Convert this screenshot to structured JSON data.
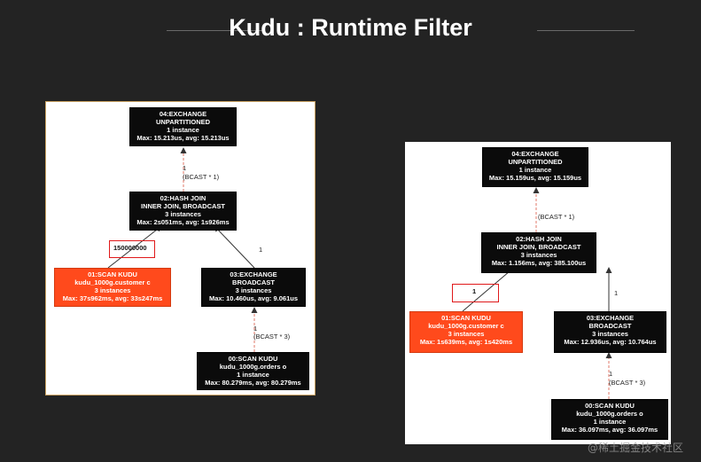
{
  "slide": {
    "title": "Kudu : Runtime Filter",
    "watermark": "@稀土掘金技术社区"
  },
  "left": {
    "nodes": {
      "exchange_top": [
        "04:EXCHANGE",
        "UNPARTITIONED",
        "1 instance",
        "Max: 15.213us, avg: 15.213us"
      ],
      "hash_join": [
        "02:HASH JOIN",
        "INNER JOIN, BROADCAST",
        "3 instances",
        "Max: 2s051ms, avg: 1s926ms"
      ],
      "scan_customer": [
        "01:SCAN KUDU",
        "kudu_1000g.customer c",
        "3 instances",
        "Max: 37s962ms, avg: 33s247ms"
      ],
      "exchange_broadcast": [
        "03:EXCHANGE",
        "BROADCAST",
        "3 instances",
        "Max: 10.460us, avg: 9.061us"
      ],
      "scan_orders": [
        "00:SCAN KUDU",
        "kudu_1000g.orders o",
        "1 instance",
        "Max: 80.279ms, avg: 80.279ms"
      ]
    },
    "edges": {
      "join_to_exchange": "1",
      "join_to_exchange_note": "(BCAST * 1)",
      "customer_rows": "150000000",
      "exchange_to_join": "1",
      "orders_to_exchange": "1",
      "orders_to_exchange_note": "(BCAST * 3)"
    }
  },
  "right": {
    "nodes": {
      "exchange_top": [
        "04:EXCHANGE",
        "UNPARTITIONED",
        "1 instance",
        "Max: 15.159us, avg: 15.159us"
      ],
      "hash_join": [
        "02:HASH JOIN",
        "INNER JOIN, BROADCAST",
        "3 instances",
        "Max: 1.156ms, avg: 385.100us"
      ],
      "scan_customer": [
        "01:SCAN KUDU",
        "kudu_1000g.customer c",
        "3 instances",
        "Max: 1s639ms, avg: 1s420ms"
      ],
      "exchange_broadcast": [
        "03:EXCHANGE",
        "BROADCAST",
        "3 instances",
        "Max: 12.936us, avg: 10.764us"
      ],
      "scan_orders": [
        "00:SCAN KUDU",
        "kudu_1000g.orders o",
        "1 instance",
        "Max: 36.097ms, avg: 36.097ms"
      ]
    },
    "edges": {
      "join_to_exchange_note": "(BCAST * 1)",
      "customer_rows": "1",
      "exchange_to_join": "1",
      "orders_to_exchange": "1",
      "orders_to_exchange_note": "(BCAST * 3)"
    }
  },
  "colors": {
    "background": "#232323",
    "node": "#0b0b0b",
    "highlight_node": "#ff4a1c",
    "highlight_box": "#e0191a",
    "dashed_edge": "#e07a6a"
  }
}
